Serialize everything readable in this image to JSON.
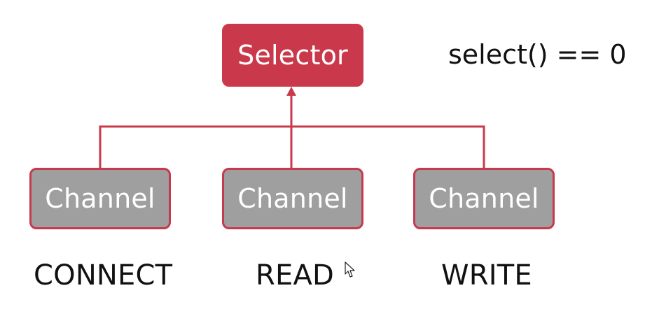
{
  "selector": {
    "label": "Selector"
  },
  "condition": {
    "text": "select() == 0"
  },
  "channels": [
    {
      "label": "Channel",
      "operation": "CONNECT"
    },
    {
      "label": "Channel",
      "operation": "READ"
    },
    {
      "label": "Channel",
      "operation": "WRITE"
    }
  ],
  "colors": {
    "accent": "#c9394b",
    "channel_fill": "#9f9f9f",
    "channel_border": "#c63a4f",
    "text": "#111111"
  },
  "icons": {
    "arrow": "arrow-up-icon",
    "cursor": "mouse-pointer-icon"
  }
}
